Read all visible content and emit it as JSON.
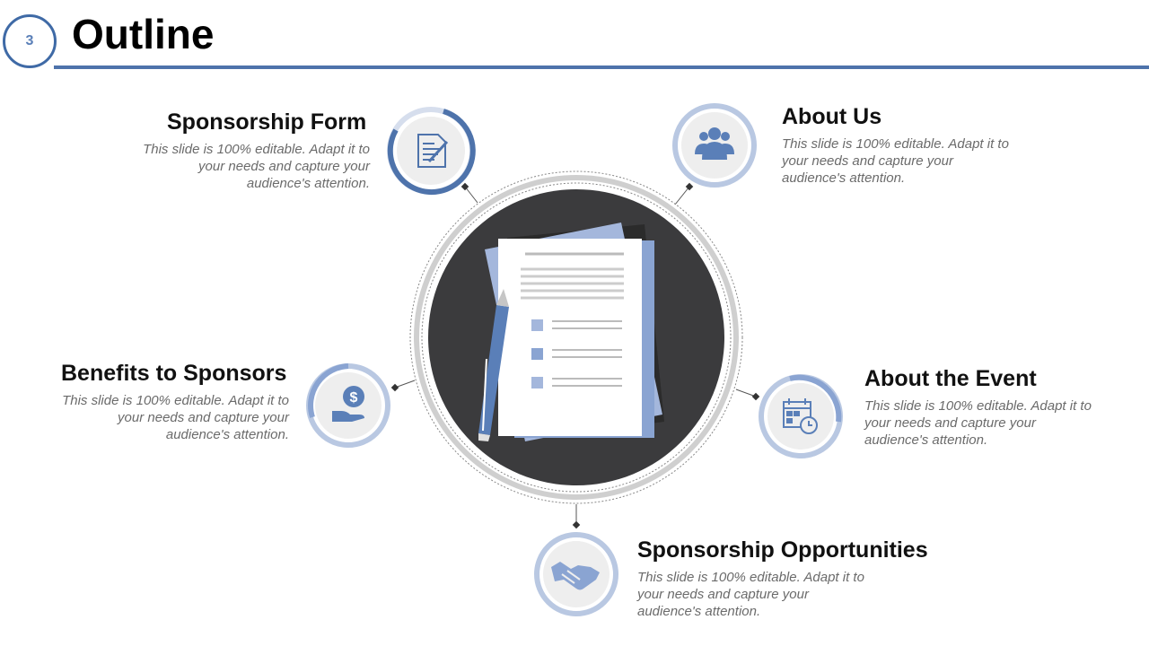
{
  "slide_number": "3",
  "title": "Outline",
  "colors": {
    "accent": "#4e73ab",
    "ring_light": "#b9c8e2",
    "dark_center": "#3b3b3d",
    "desc_text": "#6b6b6b"
  },
  "items": [
    {
      "heading": "Sponsorship Form",
      "description": "This slide is 100% editable. Adapt it to your needs and capture your audience's attention.",
      "icon": "form-icon"
    },
    {
      "heading": "About Us",
      "description": "This slide is 100% editable. Adapt it to your needs and capture your audience's attention.",
      "icon": "team-icon"
    },
    {
      "heading": "Benefits to Sponsors",
      "description": "This slide is 100% editable. Adapt it to your needs and capture your audience's attention.",
      "icon": "money-hand-icon"
    },
    {
      "heading": "About the Event",
      "description": "This slide is 100% editable. Adapt it to your needs and capture your audience's attention.",
      "icon": "calendar-clock-icon"
    },
    {
      "heading": "Sponsorship Opportunities",
      "description": "This slide is 100% editable. Adapt it to your needs and capture your audience's attention.",
      "icon": "handshake-icon"
    }
  ],
  "center": {
    "icon": "documents-pen-icon"
  }
}
